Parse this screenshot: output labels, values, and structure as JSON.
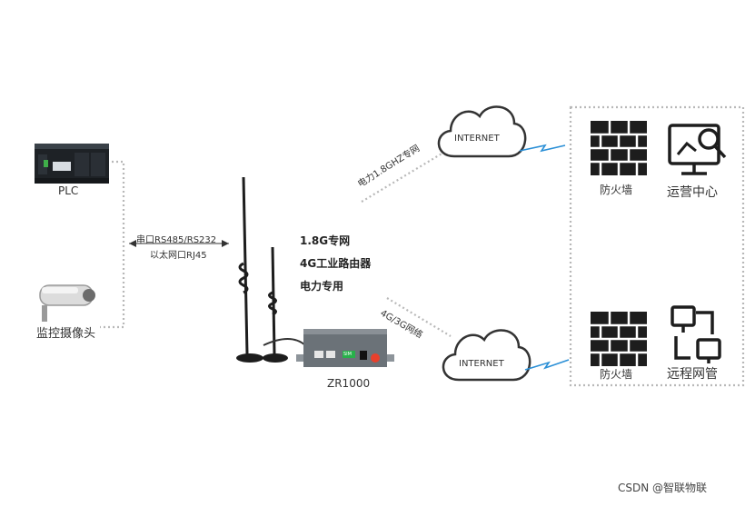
{
  "devices": {
    "plc": {
      "label": "PLC"
    },
    "camera": {
      "label": "监控摄像头"
    },
    "router": {
      "label": "ZR1000",
      "port_label": "SIM"
    }
  },
  "links": {
    "serial": {
      "line1": "串口RS485/RS232",
      "line2": "以太网口RJ45"
    },
    "upper": {
      "label": "电力1.8GHZ专网"
    },
    "lower": {
      "label": "4G/3G网络"
    }
  },
  "router_features": [
    "1.8G专网",
    "4G工业路由器",
    "电力专用"
  ],
  "clouds": {
    "top": "INTERNET",
    "bottom": "INTERNET"
  },
  "right_panel": {
    "firewall_top": "防火墙",
    "operations_center": "运营中心",
    "firewall_bottom": "防火墙",
    "remote_management": "远程网管"
  },
  "watermark": "CSDN @智联物联",
  "colors": {
    "accent_blue": "#2a8fd6",
    "router_green": "#28b04a",
    "router_red": "#e8402c"
  }
}
